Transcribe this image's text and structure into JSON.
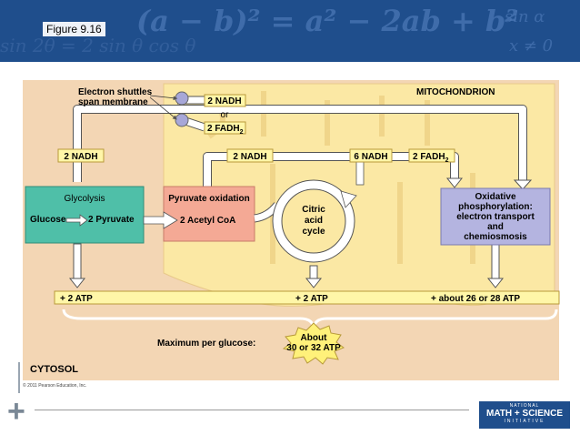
{
  "slide": {
    "figure_label": "Figure 9.16",
    "banner_equation": "(a − b)² = a² − 2ab + b²",
    "banner_fragment_left": "sin 2θ = 2 sin θ cos θ",
    "banner_fragment_right_top": "sin α",
    "banner_fragment_right_bottom": "x ≠ 0",
    "copyright": "© 2011 Pearson Education, Inc."
  },
  "diagram": {
    "electron_shuttles": [
      "Electron shuttles",
      "span membrane"
    ],
    "mitochondrion_label": "MITOCHONDRION",
    "cytosol_label": "CYTOSOL",
    "shuttle_nadh": "2 NADH",
    "shuttle_or": "or",
    "shuttle_fadh2": "2 FADH",
    "glycolysis_nadh": "2 NADH",
    "pyruvate_nadh": "2 NADH",
    "citric_nadh": "6 NADH",
    "citric_fadh2": "2 FADH",
    "subscript_2": "2",
    "glycolysis": {
      "title": "Glycolysis",
      "input": "Glucose",
      "output": "2 Pyruvate"
    },
    "pyruvate_oxidation": {
      "title": "Pyruvate oxidation",
      "output": "2 Acetyl CoA"
    },
    "citric_acid_cycle": [
      "Citric",
      "acid",
      "cycle"
    ],
    "oxphos": [
      "Oxidative",
      "phosphorylation:",
      "electron transport",
      "and",
      "chemiosmosis"
    ],
    "atp_glycolysis": "+ 2 ATP",
    "atp_citric": "+ 2 ATP",
    "atp_oxphos": "+ about 26 or 28 ATP",
    "max_label": "Maximum per glucose:",
    "max_value": [
      "About",
      "30 or 32 ATP"
    ]
  },
  "logo": {
    "line1": "NATIONAL",
    "line2": "MATH + SCIENCE",
    "line3": "INITIATIVE"
  },
  "colors": {
    "banner": "#1f4e8c",
    "cytosol": "#f3d6b4",
    "mitochondrion": "#fbe8a4",
    "glycolysis_box": "#4fbfa8",
    "pyruvate_box": "#f4a995",
    "oxphos_box": "#b4b4e0",
    "label_box": "#fff6a8",
    "arrow_fill": "#ffffff"
  }
}
